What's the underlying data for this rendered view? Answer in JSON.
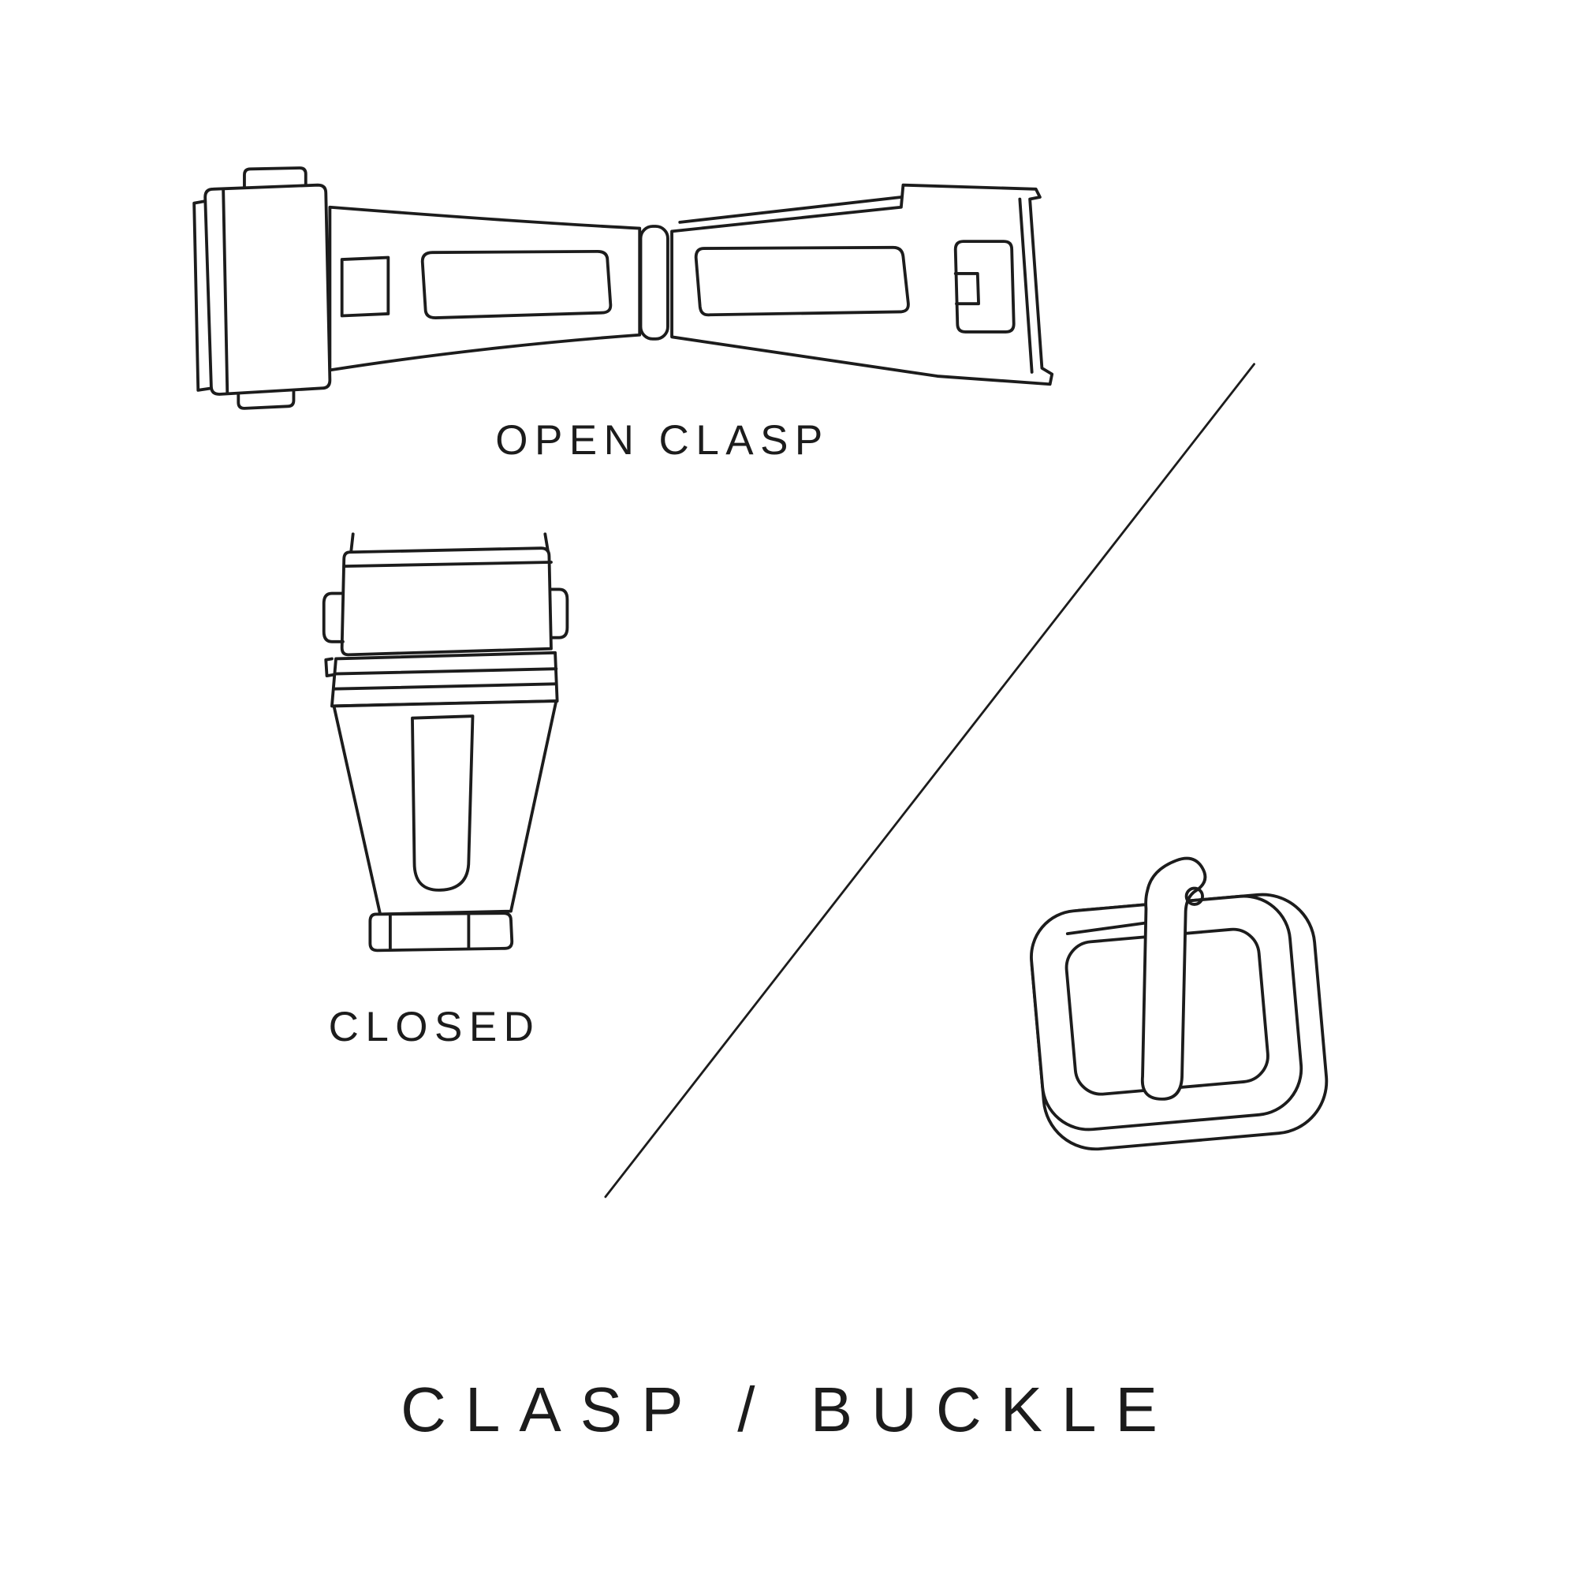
{
  "page": {
    "background_color": "#ffffff",
    "ink_color": "#1c1c1c"
  },
  "labels": {
    "open_clasp": "OPEN CLASP",
    "closed": "CLOSED",
    "title": "CLASP / BUCKLE"
  },
  "illustrations": [
    {
      "name": "open-clasp-illustration",
      "caption": "OPEN CLASP"
    },
    {
      "name": "closed-clasp-illustration",
      "caption": "CLOSED"
    },
    {
      "name": "buckle-illustration",
      "caption": ""
    }
  ]
}
